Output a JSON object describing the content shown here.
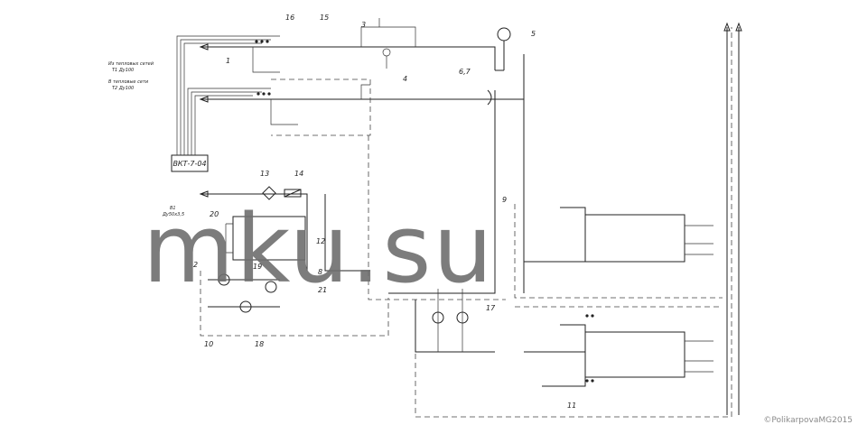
{
  "diagram": {
    "panel_label": "ВКТ-7-04",
    "note_1_line1": "Из тепловых сетей",
    "note_1_line2": "Т1 Ду100",
    "note_2_line1": "В тепловые сети",
    "note_2_line2": "Т2 Ду100",
    "note_3_line1": "В1",
    "note_3_line2": "Ду50х3,5",
    "callouts": [
      "1",
      "2",
      "3",
      "4",
      "5",
      "6,7",
      "8",
      "9",
      "10",
      "11",
      "12",
      "13",
      "14",
      "15",
      "16",
      "17",
      "18",
      "19",
      "20",
      "21"
    ],
    "watermark": "mku.su",
    "copyright": "©PolikarpovaMG2015"
  }
}
